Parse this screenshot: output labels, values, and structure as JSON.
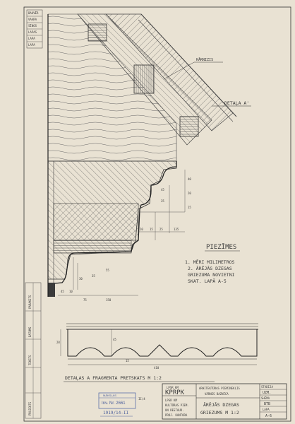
{
  "labels": {
    "karnizs": "KĀRNIZIS",
    "detala_a": "DETAĻA A'",
    "piezimes_title": "PIEZĪMES",
    "note_lines": [
      "1. MĒRI MILIMETROS",
      "2. ĀRĒJĀS DZEGAS",
      "GRIEZUMA NOVIETNI",
      "SKAT. LAPĀ A-5"
    ],
    "fragment_caption": "DETAĻAS A FRAGMENTA PRETSKATS M 1:2",
    "profile_dims": [
      "40",
      "20",
      "15",
      "45",
      "35",
      "20",
      "15",
      "25",
      "135",
      "55",
      "35",
      "30",
      "45",
      "10",
      "75",
      "150"
    ],
    "fragment_dims": [
      "28",
      "45",
      "410",
      "15"
    ]
  },
  "side_stamp": [
    "BAUVĒR",
    "VAARA",
    "SĪNOS",
    "LAPAS",
    "LAPA",
    "LAPA"
  ],
  "left_strip": [
    "PARAKSTS",
    "DATUMS",
    "TEKSTS",
    "PROJEKTS"
  ],
  "stamp": {
    "line1": "MĀKSLAS",
    "line2": "Inv. Nr. 2661",
    "line3": "1919/14-II",
    "tag": "II/4"
  },
  "title_block": {
    "org_top": "LPSR KM",
    "org": "KPRPK",
    "org_sub": [
      "LPSR KM",
      "KULTŪRAS PIEM.",
      "UN RESTAUR.",
      "PROJ. KANTORA"
    ],
    "project": [
      "ARHITEKTŪRAS PIEMINEKLIS",
      "VĀRNES BAZNĪCA"
    ],
    "drawing": [
      "ĀRĒJĀS DZEGAS",
      "GRIEZUMS M 1:2"
    ],
    "right_cells": [
      "STADIJA",
      "UZM.",
      "SHĒMA",
      "BTB",
      "LAPA",
      "A-6"
    ]
  }
}
